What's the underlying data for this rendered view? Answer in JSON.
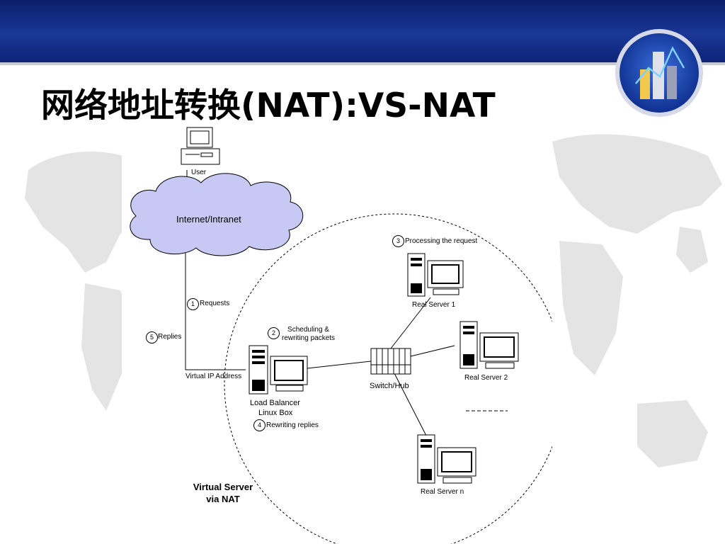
{
  "slide": {
    "title": "网络地址转换(NAT):VS-NAT",
    "colors": {
      "header_dark": "#0b1f6b",
      "header_mid": "#1e3a9c",
      "cloud_fill": "#c8c8f5",
      "map_gray": "#e6e6e6"
    }
  },
  "diagram": {
    "user_label": "User",
    "cloud_label": "Internet/Intranet",
    "steps": [
      {
        "num": "1",
        "label": "Requests"
      },
      {
        "num": "2",
        "label": "Scheduling &\nrewriting packets"
      },
      {
        "num": "3",
        "label": "Processing the request"
      },
      {
        "num": "4",
        "label": "Rewriting replies"
      },
      {
        "num": "5",
        "label": "Replies"
      }
    ],
    "virtual_ip_label": "Virtual IP Address",
    "load_balancer_label": "Load Balancer",
    "linux_box_label": "Linux Box",
    "switch_label": "Switch/Hub",
    "servers": [
      "Real Server 1",
      "Real Server 2",
      "Real Server n"
    ],
    "caption_line1": "Virtual Server",
    "caption_line2": "via NAT"
  }
}
